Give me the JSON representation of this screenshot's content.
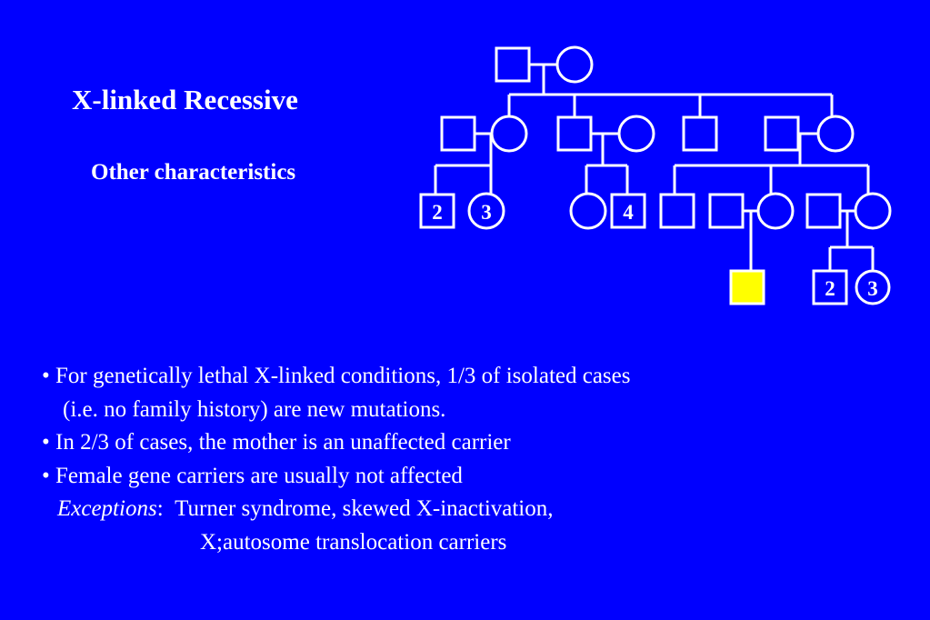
{
  "slide": {
    "title": "X-linked Recessive",
    "subtitle": "Other characteristics"
  },
  "pedigree": {
    "colors": {
      "line": "#ffffff",
      "affected": "#ffff00",
      "background": "#0000ff"
    },
    "labels": {
      "gen3_male_count": "2",
      "gen3_female_count": "3",
      "gen3_male_count_b": "4",
      "gen4_male_count": "2",
      "gen4_female_count": "3"
    }
  },
  "bullets": {
    "b1_line1": "• For genetically lethal X-linked conditions, 1/3 of isolated cases",
    "b1_line2": "(i.e. no family history) are new mutations.",
    "b2": "• In 2/3 of cases, the mother is an unaffected carrier",
    "b3": "• Female gene carriers are usually not affected",
    "exceptions_label": "Exceptions",
    "exceptions_colon": ":",
    "exceptions_text": "Turner syndrome, skewed X-inactivation,",
    "exceptions_text2": "X;autosome translocation carriers"
  }
}
